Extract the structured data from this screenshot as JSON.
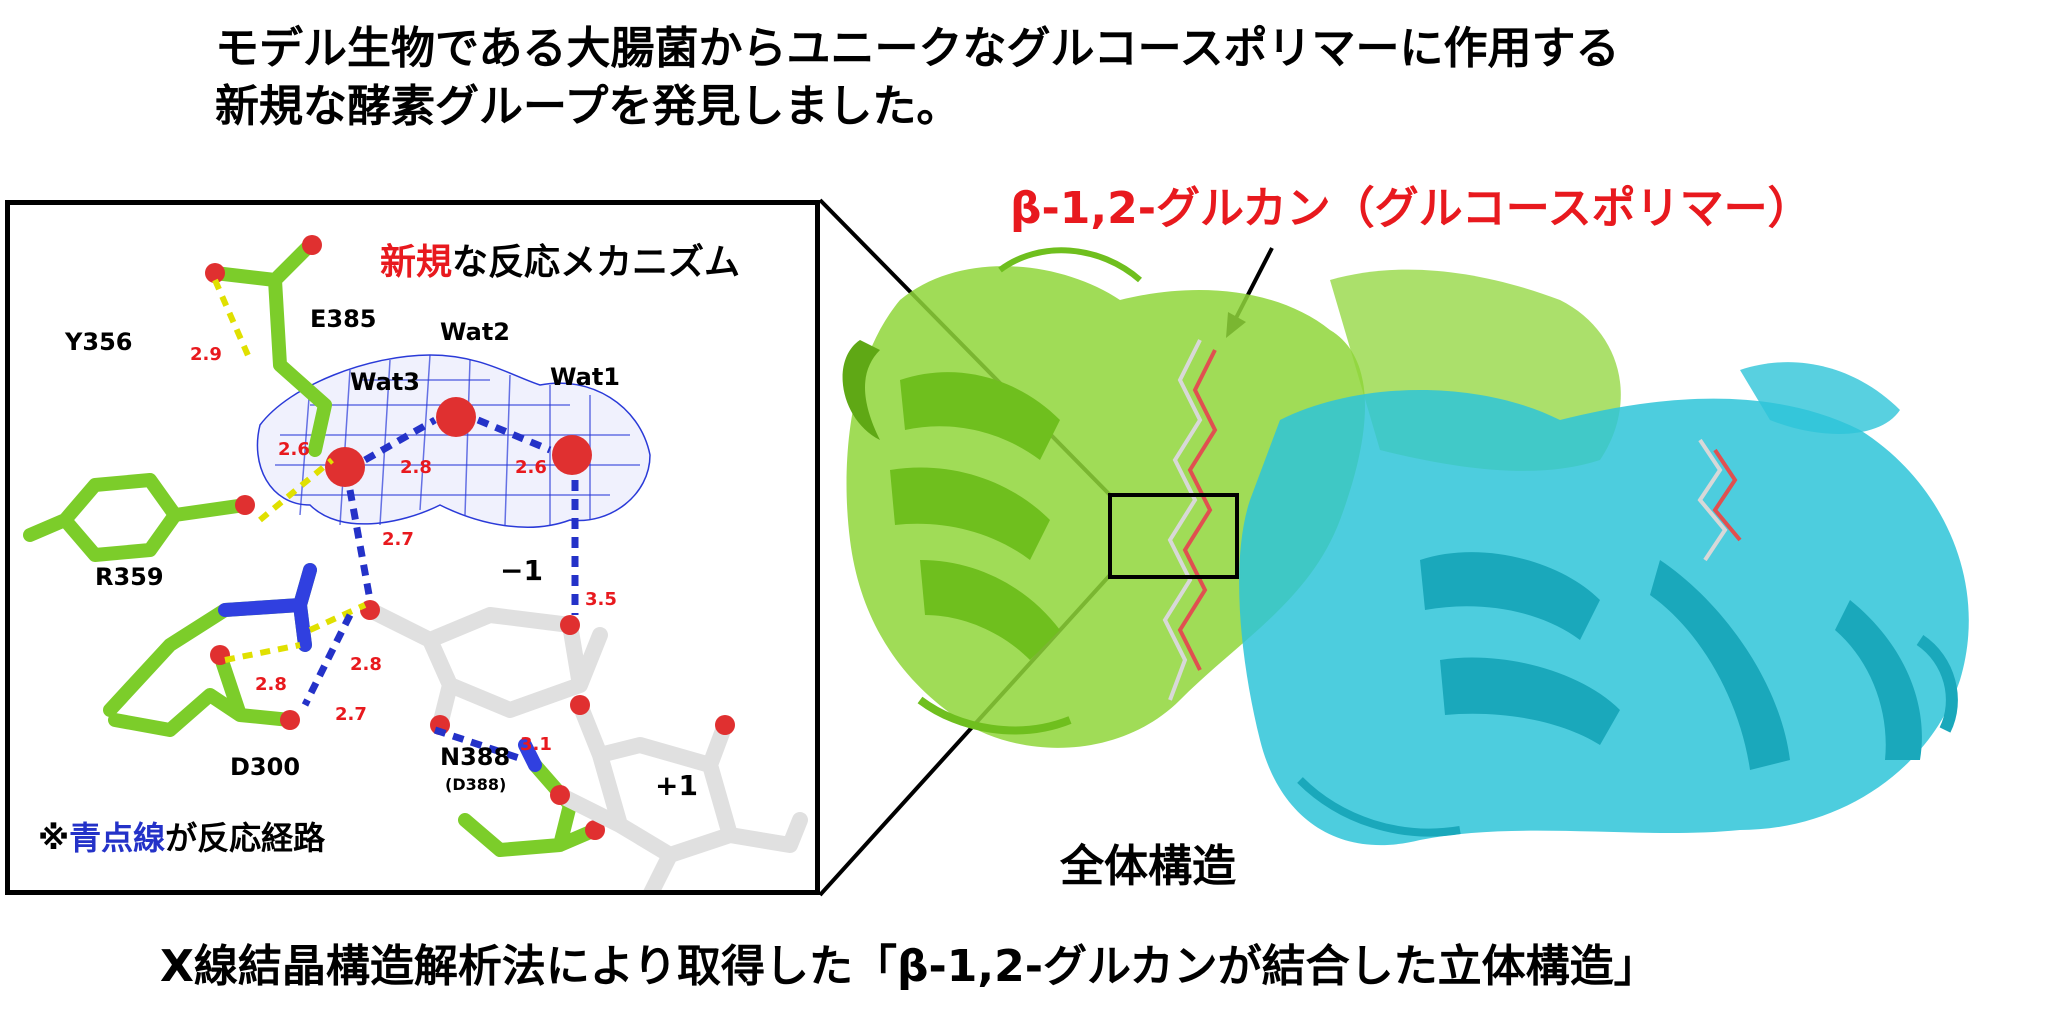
{
  "heading": {
    "line1": "モデル生物である大腸菌からユニークなグルコースポリマーに作用する",
    "line2": "新規な酵素グループを発見しました。"
  },
  "glucan_label": "β-1,2-グルカン（グルコースポリマー）",
  "whole_structure_label": "全体構造",
  "caption": "X線結晶構造解析法により取得した「β-1,2-グルカンが結合した立体構造」",
  "inset": {
    "title_red": "新規",
    "title_rest": "な反応メカニズム",
    "note_prefix": "※",
    "note_blue": "青点線",
    "note_rest": "が反応経路",
    "residues": {
      "y356": "Y356",
      "e385": "E385",
      "r359": "R359",
      "d300": "D300",
      "n388": "N388",
      "n388_sub": "(D388)"
    },
    "waters": {
      "wat1": "Wat1",
      "wat2": "Wat2",
      "wat3": "Wat3"
    },
    "sites": {
      "minus1": "−1",
      "plus1": "+1"
    },
    "distances": {
      "d_29": "2.9",
      "d_26a": "2.6",
      "d_28a": "2.8",
      "d_26b": "2.6",
      "d_27a": "2.7",
      "d_35": "3.5",
      "d_28b": "2.8",
      "d_28c": "2.8",
      "d_27b": "2.7",
      "d_31": "3.1"
    }
  },
  "colors": {
    "protein_green": "#7ccd2a",
    "protein_cyan": "#27c2d6",
    "label_red": "#e8191e",
    "hbond_blue": "#2432c8",
    "hbond_yellow": "#e0e000",
    "density_mesh": "#2a3ad8"
  }
}
